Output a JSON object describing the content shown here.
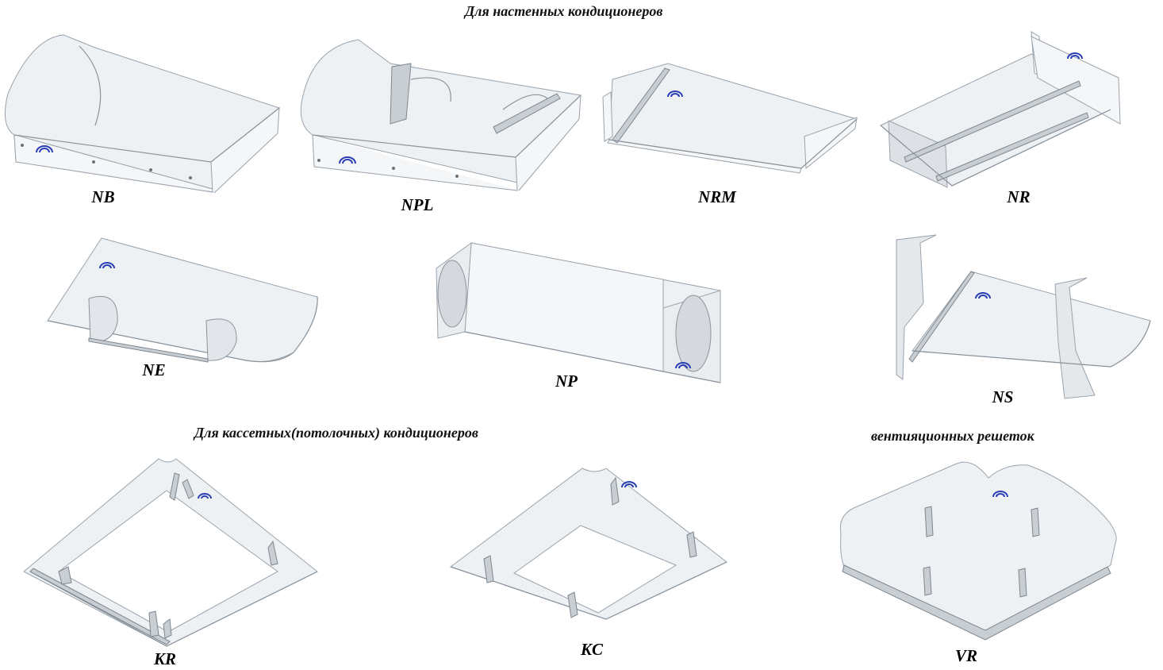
{
  "headings": {
    "wall": "Для настенных кондиционеров",
    "cassette": "Для кассетных(потолочных) кондиционеров",
    "vent": "вентияционных решеток"
  },
  "products": {
    "nb": "NB",
    "npl": "NPL",
    "nrm": "NRM",
    "nr": "NR",
    "ne": "NE",
    "np": "NP",
    "ns": "NS",
    "kr": "KR",
    "kc": "KC",
    "vr": "VR"
  },
  "colors": {
    "accent_logo": "#2b3fb5",
    "acrylic": "#f4f6f8",
    "metal": "#c9ced3"
  }
}
